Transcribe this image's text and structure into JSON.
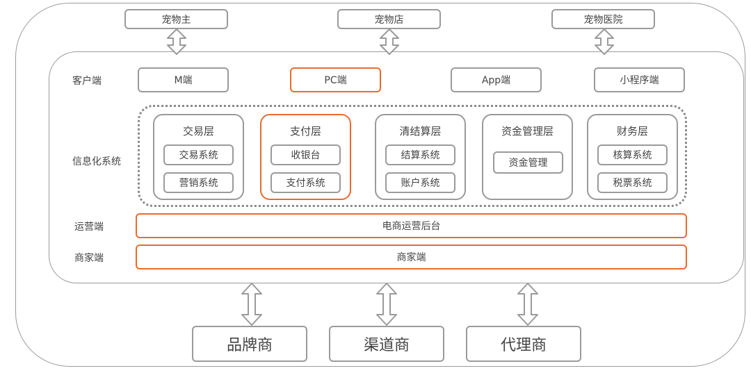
{
  "top_entities": [
    "宠物主",
    "宠物店",
    "宠物医院"
  ],
  "row_labels": {
    "client": "客户端",
    "info": "信息化系统",
    "ops": "运营端",
    "merchant": "商家端"
  },
  "clients": [
    "M端",
    "PC端",
    "App端",
    "小程序端"
  ],
  "layers": [
    {
      "title": "交易层",
      "items": [
        "交易系统",
        "营销系统"
      ]
    },
    {
      "title": "支付层",
      "items": [
        "收银台",
        "支付系统"
      ]
    },
    {
      "title": "清结算层",
      "items": [
        "结算系统",
        "账户系统"
      ]
    },
    {
      "title": "资金管理层",
      "items": [
        "资金管理"
      ]
    },
    {
      "title": "财务层",
      "items": [
        "核算系统",
        "税票系统"
      ]
    }
  ],
  "ops_bar": "电商运营后台",
  "merchant_bar": "商家端",
  "bottom_entities": [
    "品牌商",
    "渠道商",
    "代理商"
  ],
  "colors": {
    "accent": "#ea6b2e",
    "border": "#9a9a9a",
    "text": "#444444"
  }
}
